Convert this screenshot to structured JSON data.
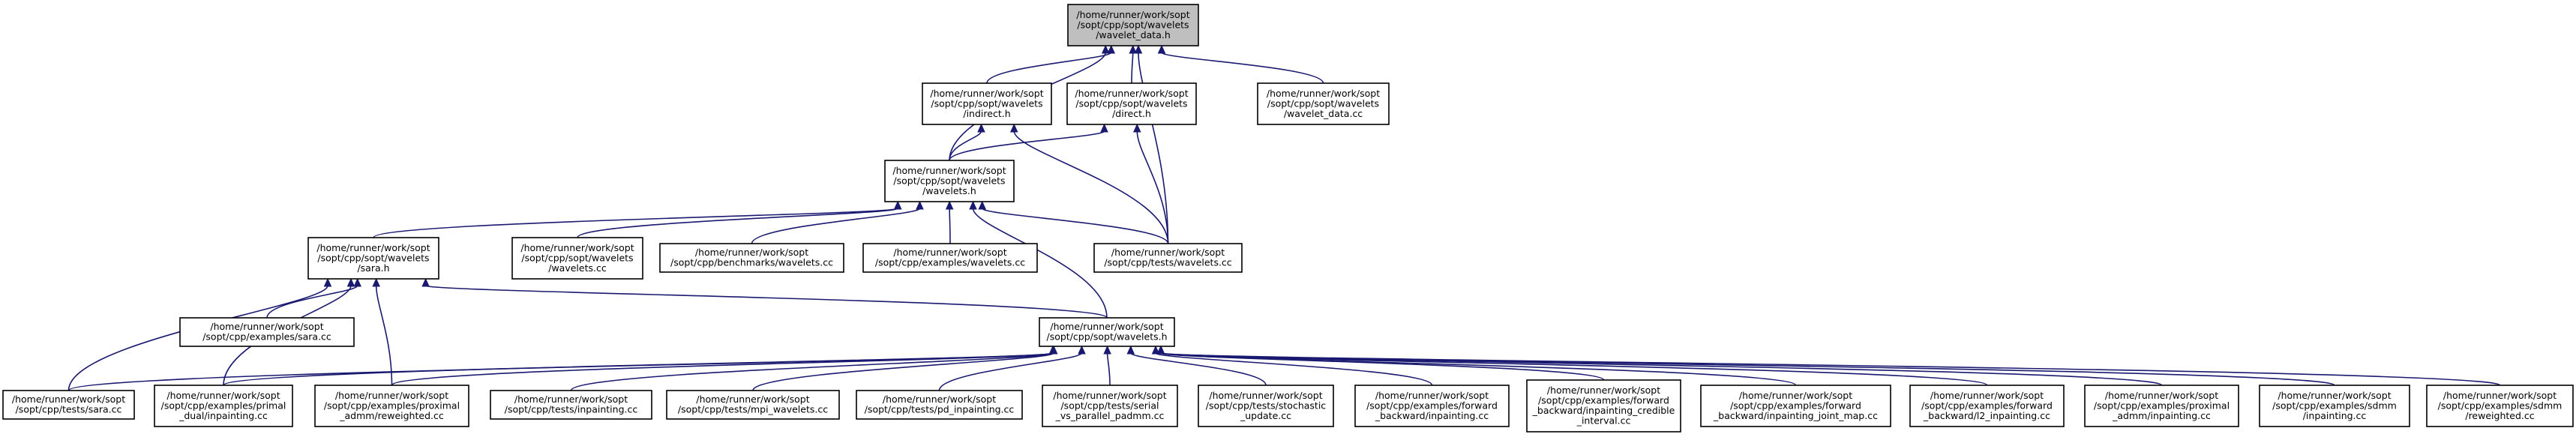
{
  "graph": {
    "edge_color": "#191970",
    "highlight_fill": "#bfbfbf",
    "nodes": [
      {
        "id": "wavelet_data_h",
        "lines": [
          "/home/runner/work/sopt",
          "/sopt/cpp/sopt/wavelets",
          "/wavelet_data.h"
        ],
        "highlight": true
      },
      {
        "id": "indirect_h",
        "lines": [
          "/home/runner/work/sopt",
          "/sopt/cpp/sopt/wavelets",
          "/indirect.h"
        ]
      },
      {
        "id": "direct_h",
        "lines": [
          "/home/runner/work/sopt",
          "/sopt/cpp/sopt/wavelets",
          "/direct.h"
        ]
      },
      {
        "id": "wavelet_data_cc",
        "lines": [
          "/home/runner/work/sopt",
          "/sopt/cpp/sopt/wavelets",
          "/wavelet_data.cc"
        ]
      },
      {
        "id": "wavelets_wavelets_h",
        "lines": [
          "/home/runner/work/sopt",
          "/sopt/cpp/sopt/wavelets",
          "/wavelets.h"
        ]
      },
      {
        "id": "sara_h",
        "lines": [
          "/home/runner/work/sopt",
          "/sopt/cpp/sopt/wavelets",
          "/sara.h"
        ]
      },
      {
        "id": "wavelets_wavelets_cc",
        "lines": [
          "/home/runner/work/sopt",
          "/sopt/cpp/sopt/wavelets",
          "/wavelets.cc"
        ]
      },
      {
        "id": "bench_wavelets_cc",
        "lines": [
          "/home/runner/work/sopt",
          "/sopt/cpp/benchmarks/wavelets.cc"
        ]
      },
      {
        "id": "examples_wavelets_cc",
        "lines": [
          "/home/runner/work/sopt",
          "/sopt/cpp/examples/wavelets.cc"
        ]
      },
      {
        "id": "tests_wavelets_cc",
        "lines": [
          "/home/runner/work/sopt",
          "/sopt/cpp/tests/wavelets.cc"
        ]
      },
      {
        "id": "examples_sara_cc",
        "lines": [
          "/home/runner/work/sopt",
          "/sopt/cpp/examples/sara.cc"
        ]
      },
      {
        "id": "sopt_wavelets_h",
        "lines": [
          "/home/runner/work/sopt",
          "/sopt/cpp/sopt/wavelets.h"
        ]
      },
      {
        "id": "tests_sara_cc",
        "lines": [
          "/home/runner/work/sopt",
          "/sopt/cpp/tests/sara.cc"
        ]
      },
      {
        "id": "primal_dual_inpainting",
        "lines": [
          "/home/runner/work/sopt",
          "/sopt/cpp/examples/primal",
          "_dual/inpainting.cc"
        ]
      },
      {
        "id": "proximal_admm_reweighted",
        "lines": [
          "/home/runner/work/sopt",
          "/sopt/cpp/examples/proximal",
          "_admm/reweighted.cc"
        ]
      },
      {
        "id": "tests_inpainting_cc",
        "lines": [
          "/home/runner/work/sopt",
          "/sopt/cpp/tests/inpainting.cc"
        ]
      },
      {
        "id": "tests_mpi_wavelets_cc",
        "lines": [
          "/home/runner/work/sopt",
          "/sopt/cpp/tests/mpi_wavelets.cc"
        ]
      },
      {
        "id": "tests_pd_inpainting_cc",
        "lines": [
          "/home/runner/work/sopt",
          "/sopt/cpp/tests/pd_inpainting.cc"
        ]
      },
      {
        "id": "tests_serial_vs_parallel",
        "lines": [
          "/home/runner/work/sopt",
          "/sopt/cpp/tests/serial",
          "_vs_parallel_padmm.cc"
        ]
      },
      {
        "id": "tests_stochastic_update",
        "lines": [
          "/home/runner/work/sopt",
          "/sopt/cpp/tests/stochastic",
          "_update.cc"
        ]
      },
      {
        "id": "fb_inpainting",
        "lines": [
          "/home/runner/work/sopt",
          "/sopt/cpp/examples/forward",
          "_backward/inpainting.cc"
        ]
      },
      {
        "id": "fb_inpainting_credible",
        "lines": [
          "/home/runner/work/sopt",
          "/sopt/cpp/examples/forward",
          "_backward/inpainting_credible",
          "_interval.cc"
        ]
      },
      {
        "id": "fb_inpainting_joint_map",
        "lines": [
          "/home/runner/work/sopt",
          "/sopt/cpp/examples/forward",
          "_backward/inpainting_joint_map.cc"
        ]
      },
      {
        "id": "fb_l2_inpainting",
        "lines": [
          "/home/runner/work/sopt",
          "/sopt/cpp/examples/forward",
          "_backward/l2_inpainting.cc"
        ]
      },
      {
        "id": "proximal_admm_inpainting",
        "lines": [
          "/home/runner/work/sopt",
          "/sopt/cpp/examples/proximal",
          "_admm/inpainting.cc"
        ]
      },
      {
        "id": "sdmm_inpainting",
        "lines": [
          "/home/runner/work/sopt",
          "/sopt/cpp/examples/sdmm",
          "/inpainting.cc"
        ]
      },
      {
        "id": "sdmm_reweighted",
        "lines": [
          "/home/runner/work/sopt",
          "/sopt/cpp/examples/sdmm",
          "/reweighted.cc"
        ]
      }
    ],
    "edges": [
      [
        "indirect_h",
        "wavelet_data_h"
      ],
      [
        "direct_h",
        "wavelet_data_h"
      ],
      [
        "wavelet_data_cc",
        "wavelet_data_h"
      ],
      [
        "wavelets_wavelets_h",
        "wavelet_data_h"
      ],
      [
        "tests_wavelets_cc",
        "wavelet_data_h"
      ],
      [
        "wavelets_wavelets_h",
        "indirect_h"
      ],
      [
        "tests_wavelets_cc",
        "indirect_h"
      ],
      [
        "wavelets_wavelets_h",
        "direct_h"
      ],
      [
        "tests_wavelets_cc",
        "direct_h"
      ],
      [
        "sara_h",
        "wavelets_wavelets_h"
      ],
      [
        "wavelets_wavelets_cc",
        "wavelets_wavelets_h"
      ],
      [
        "bench_wavelets_cc",
        "wavelets_wavelets_h"
      ],
      [
        "examples_wavelets_cc",
        "wavelets_wavelets_h"
      ],
      [
        "tests_wavelets_cc",
        "wavelets_wavelets_h"
      ],
      [
        "sopt_wavelets_h",
        "wavelets_wavelets_h"
      ],
      [
        "examples_sara_cc",
        "sara_h"
      ],
      [
        "sopt_wavelets_h",
        "sara_h"
      ],
      [
        "tests_sara_cc",
        "sara_h"
      ],
      [
        "primal_dual_inpainting",
        "sara_h"
      ],
      [
        "proximal_admm_reweighted",
        "sara_h"
      ],
      [
        "tests_sara_cc",
        "sopt_wavelets_h"
      ],
      [
        "primal_dual_inpainting",
        "sopt_wavelets_h"
      ],
      [
        "proximal_admm_reweighted",
        "sopt_wavelets_h"
      ],
      [
        "tests_inpainting_cc",
        "sopt_wavelets_h"
      ],
      [
        "tests_mpi_wavelets_cc",
        "sopt_wavelets_h"
      ],
      [
        "tests_pd_inpainting_cc",
        "sopt_wavelets_h"
      ],
      [
        "tests_serial_vs_parallel",
        "sopt_wavelets_h"
      ],
      [
        "tests_stochastic_update",
        "sopt_wavelets_h"
      ],
      [
        "fb_inpainting",
        "sopt_wavelets_h"
      ],
      [
        "fb_inpainting_credible",
        "sopt_wavelets_h"
      ],
      [
        "fb_inpainting_joint_map",
        "sopt_wavelets_h"
      ],
      [
        "fb_l2_inpainting",
        "sopt_wavelets_h"
      ],
      [
        "proximal_admm_inpainting",
        "sopt_wavelets_h"
      ],
      [
        "sdmm_inpainting",
        "sopt_wavelets_h"
      ],
      [
        "sdmm_reweighted",
        "sopt_wavelets_h"
      ]
    ]
  }
}
